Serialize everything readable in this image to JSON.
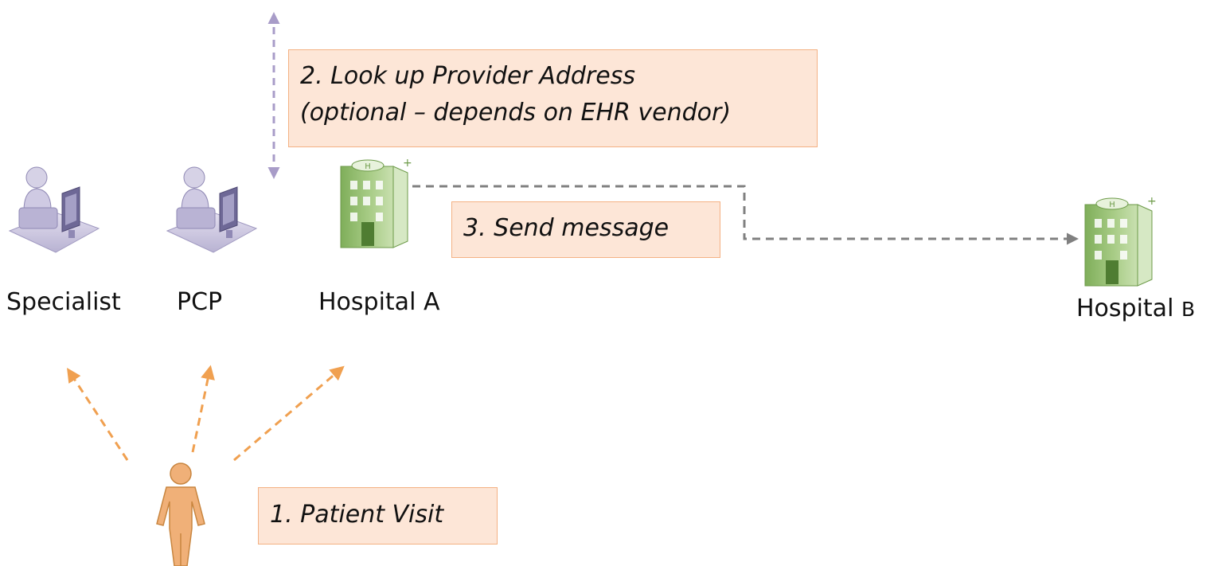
{
  "nodes": {
    "specialist": "Specialist",
    "pcp": "PCP",
    "hospital_a": "Hospital A",
    "hospital_b_main": "Hospital",
    "hospital_b_suffix": "B"
  },
  "steps": {
    "step1": "1.  Patient Visit",
    "step2_line1": "2.  Look up Provider Address",
    "step2_line2": "(optional – depends on EHR vendor)",
    "step3": "3.  Send message"
  },
  "colors": {
    "patient_arrow": "#f0a050",
    "lookup_arrow": "#a89cc8",
    "message_arrow": "#808080",
    "box_fill": "#fde6d7",
    "box_border": "#f4b183",
    "patient_fill": "#f0b078",
    "building_green": "#9dc27a"
  },
  "icons": {
    "specialist": "clinician-workstation-icon",
    "pcp": "clinician-workstation-icon",
    "hospital_a": "hospital-building-icon",
    "hospital_b": "hospital-building-icon",
    "patient": "person-icon"
  }
}
